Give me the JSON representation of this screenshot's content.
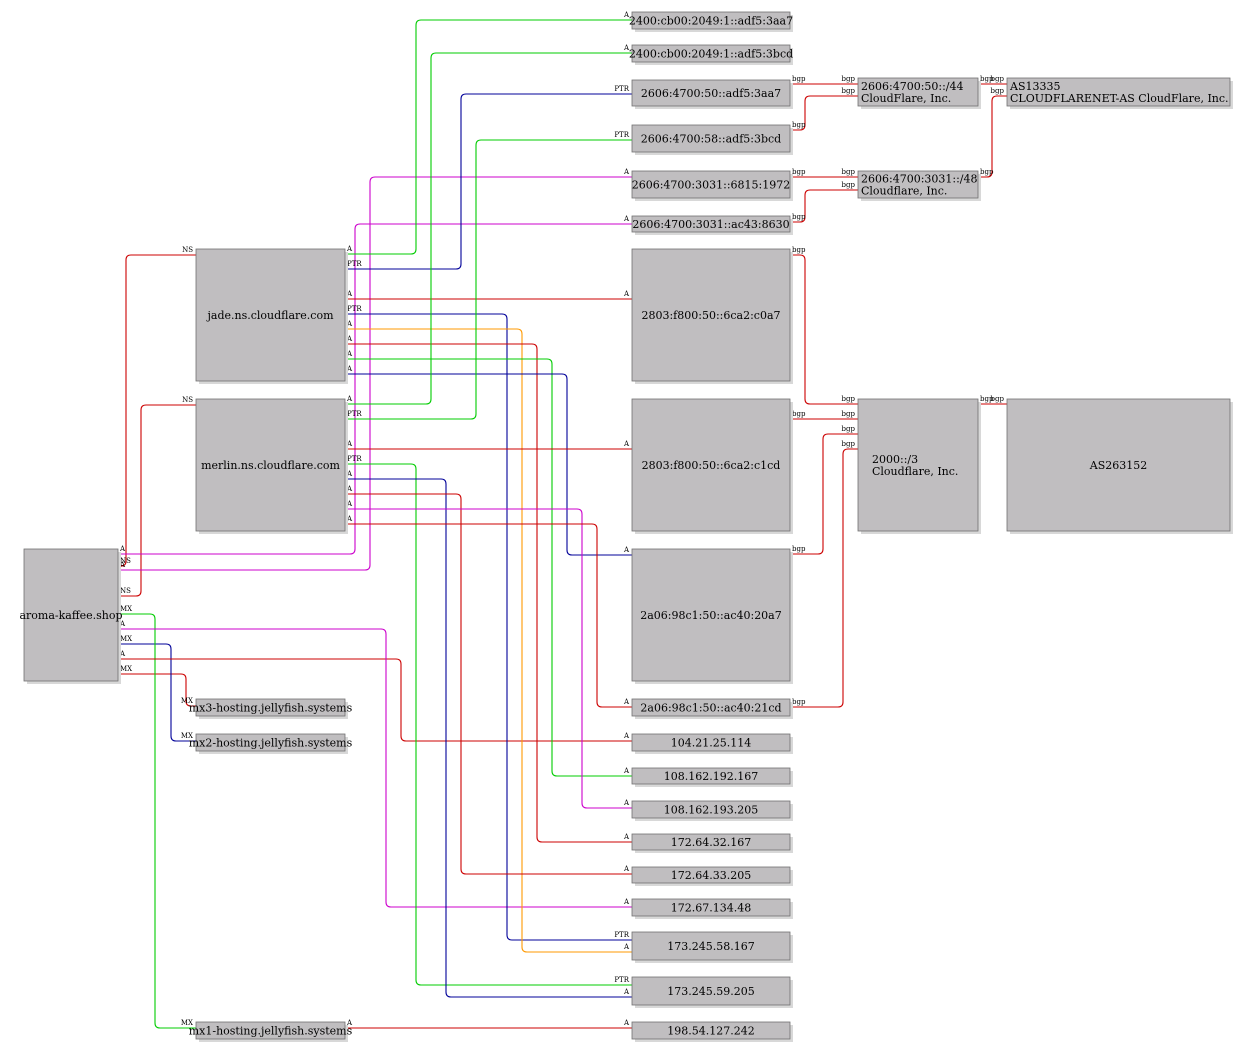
{
  "nodes": [
    {
      "id": "aroma",
      "lines": [
        "aroma-kaffee.shop"
      ],
      "align": "center",
      "name": "node-aroma-kaffee-shop"
    },
    {
      "id": "jade",
      "lines": [
        "jade.ns.cloudflare.com"
      ],
      "align": "center",
      "name": "node-jade-ns"
    },
    {
      "id": "merlin",
      "lines": [
        "merlin.ns.cloudflare.com"
      ],
      "align": "center",
      "name": "node-merlin-ns"
    },
    {
      "id": "mx3",
      "lines": [
        "mx3-hosting.jellyfish.systems"
      ],
      "align": "center",
      "name": "node-mx3-hosting"
    },
    {
      "id": "mx2",
      "lines": [
        "mx2-hosting.jellyfish.systems"
      ],
      "align": "center",
      "name": "node-mx2-hosting"
    },
    {
      "id": "mx1",
      "lines": [
        "mx1-hosting.jellyfish.systems"
      ],
      "align": "center",
      "name": "node-mx1-hosting"
    },
    {
      "id": "v6a",
      "lines": [
        "2400:cb00:2049:1::adf5:3aa7"
      ],
      "align": "center",
      "name": "node-ip-2400-3aa7"
    },
    {
      "id": "v6b",
      "lines": [
        "2400:cb00:2049:1::adf5:3bcd"
      ],
      "align": "center",
      "name": "node-ip-2400-3bcd"
    },
    {
      "id": "v6c",
      "lines": [
        "2606:4700:50::adf5:3aa7"
      ],
      "align": "center",
      "name": "node-ip-2606-50-3aa7"
    },
    {
      "id": "v6d",
      "lines": [
        "2606:4700:58::adf5:3bcd"
      ],
      "align": "center",
      "name": "node-ip-2606-58-3bcd"
    },
    {
      "id": "v6e",
      "lines": [
        "2606:4700:3031::6815:1972"
      ],
      "align": "center",
      "name": "node-ip-2606-3031-1972"
    },
    {
      "id": "v6f",
      "lines": [
        "2606:4700:3031::ac43:8630"
      ],
      "align": "center",
      "name": "node-ip-2606-3031-8630"
    },
    {
      "id": "v6g",
      "lines": [
        "2803:f800:50::6ca2:c0a7"
      ],
      "align": "center",
      "name": "node-ip-2803-c0a7"
    },
    {
      "id": "v6h",
      "lines": [
        "2803:f800:50::6ca2:c1cd"
      ],
      "align": "center",
      "name": "node-ip-2803-c1cd"
    },
    {
      "id": "v6i",
      "lines": [
        "2a06:98c1:50::ac40:20a7"
      ],
      "align": "center",
      "name": "node-ip-2a06-20a7"
    },
    {
      "id": "v6j",
      "lines": [
        "2a06:98c1:50::ac40:21cd"
      ],
      "align": "center",
      "name": "node-ip-2a06-21cd"
    },
    {
      "id": "v4a",
      "lines": [
        "104.21.25.114"
      ],
      "align": "center",
      "name": "node-ip-104-21-25-114"
    },
    {
      "id": "v4b",
      "lines": [
        "108.162.192.167"
      ],
      "align": "center",
      "name": "node-ip-108-162-192-167"
    },
    {
      "id": "v4c",
      "lines": [
        "108.162.193.205"
      ],
      "align": "center",
      "name": "node-ip-108-162-193-205"
    },
    {
      "id": "v4d",
      "lines": [
        "172.64.32.167"
      ],
      "align": "center",
      "name": "node-ip-172-64-32-167"
    },
    {
      "id": "v4e",
      "lines": [
        "172.64.33.205"
      ],
      "align": "center",
      "name": "node-ip-172-64-33-205"
    },
    {
      "id": "v4f",
      "lines": [
        "172.67.134.48"
      ],
      "align": "center",
      "name": "node-ip-172-67-134-48"
    },
    {
      "id": "v4g",
      "lines": [
        "173.245.58.167"
      ],
      "align": "center",
      "name": "node-ip-173-245-58-167"
    },
    {
      "id": "v4h",
      "lines": [
        "173.245.59.205"
      ],
      "align": "center",
      "name": "node-ip-173-245-59-205"
    },
    {
      "id": "v4i",
      "lines": [
        "198.54.127.242"
      ],
      "align": "center",
      "name": "node-ip-198-54-127-242"
    },
    {
      "id": "pfx44",
      "lines": [
        "2606:4700:50::/44",
        "CloudFlare, Inc."
      ],
      "align": "left",
      "name": "node-prefix-2606-4700-50-44"
    },
    {
      "id": "pfx48",
      "lines": [
        "2606:4700:3031::/48",
        "Cloudflare, Inc."
      ],
      "align": "left",
      "name": "node-prefix-2606-4700-3031-48"
    },
    {
      "id": "pfx3",
      "lines": [
        "2000::/3",
        "Cloudflare, Inc."
      ],
      "align": "left",
      "name": "node-prefix-2000-3"
    },
    {
      "id": "as13335",
      "lines": [
        "AS13335",
        "CLOUDFLARENET-AS CloudFlare, Inc."
      ],
      "align": "left",
      "name": "node-as13335"
    },
    {
      "id": "as263152",
      "lines": [
        "AS263152"
      ],
      "align": "center",
      "name": "node-as263152"
    }
  ],
  "edges": [
    {
      "from": "aroma",
      "to": "jade",
      "label": "NS",
      "color": "#cc0000"
    },
    {
      "from": "aroma",
      "to": "merlin",
      "label": "NS",
      "color": "#cc0000"
    },
    {
      "from": "aroma",
      "to": "v6f",
      "label": "A",
      "color": "#cc00cc"
    },
    {
      "from": "aroma",
      "to": "v6e",
      "label": "A",
      "color": "#cc00cc"
    },
    {
      "from": "aroma",
      "to": "mx3",
      "label": "MX",
      "color": "#cc0000"
    },
    {
      "from": "aroma",
      "to": "mx2",
      "label": "MX",
      "color": "#000099"
    },
    {
      "from": "aroma",
      "to": "mx1",
      "label": "MX",
      "color": "#00cc00"
    },
    {
      "from": "aroma",
      "to": "v4a",
      "label": "A",
      "color": "#cc0000"
    },
    {
      "from": "aroma",
      "to": "v4f",
      "label": "A",
      "color": "#cc00cc"
    },
    {
      "from": "jade",
      "to": "v6a",
      "label": "A",
      "color": "#00cc00"
    },
    {
      "from": "jade",
      "to": "v6c",
      "label": "PTR",
      "color": "#000099"
    },
    {
      "from": "jade",
      "to": "v6g",
      "label": "A",
      "color": "#cc0000"
    },
    {
      "from": "jade",
      "to": "v4g",
      "label": "PTR",
      "color": "#000099"
    },
    {
      "from": "jade",
      "to": "v4g",
      "label": "A",
      "color": "#ff9900"
    },
    {
      "from": "jade",
      "to": "v4d",
      "label": "A",
      "color": "#cc0000"
    },
    {
      "from": "jade",
      "to": "v4b",
      "label": "A",
      "color": "#00cc00"
    },
    {
      "from": "jade",
      "to": "v6i",
      "label": "A",
      "color": "#000099"
    },
    {
      "from": "merlin",
      "to": "v6b",
      "label": "A",
      "color": "#00cc00"
    },
    {
      "from": "merlin",
      "to": "v6d",
      "label": "PTR",
      "color": "#00cc00"
    },
    {
      "from": "merlin",
      "to": "v6h",
      "label": "A",
      "color": "#cc0000"
    },
    {
      "from": "merlin",
      "to": "v4h",
      "label": "PTR",
      "color": "#00cc00"
    },
    {
      "from": "merlin",
      "to": "v4h",
      "label": "A",
      "color": "#000099"
    },
    {
      "from": "merlin",
      "to": "v4e",
      "label": "A",
      "color": "#cc0000"
    },
    {
      "from": "merlin",
      "to": "v4c",
      "label": "A",
      "color": "#cc00cc"
    },
    {
      "from": "merlin",
      "to": "v6j",
      "label": "A",
      "color": "#cc0000"
    },
    {
      "from": "mx1",
      "to": "v4i",
      "label": "A",
      "color": "#cc0000"
    },
    {
      "from": "v6c",
      "to": "pfx44",
      "label": "bgp",
      "color": "#cc0000"
    },
    {
      "from": "v6d",
      "to": "pfx44",
      "label": "bgp",
      "color": "#cc0000"
    },
    {
      "from": "v6e",
      "to": "pfx48",
      "label": "bgp",
      "color": "#cc0000"
    },
    {
      "from": "v6f",
      "to": "pfx48",
      "label": "bgp",
      "color": "#cc0000"
    },
    {
      "from": "pfx44",
      "to": "as13335",
      "label": "bgp",
      "color": "#cc0000"
    },
    {
      "from": "pfx48",
      "to": "as13335",
      "label": "bgp",
      "color": "#cc0000"
    },
    {
      "from": "v6g",
      "to": "pfx3",
      "label": "bgp",
      "color": "#cc0000"
    },
    {
      "from": "v6h",
      "to": "pfx3",
      "label": "bgp",
      "color": "#cc0000"
    },
    {
      "from": "v6i",
      "to": "pfx3",
      "label": "bgp",
      "color": "#cc0000"
    },
    {
      "from": "v6j",
      "to": "pfx3",
      "label": "bgp",
      "color": "#cc0000"
    },
    {
      "from": "pfx3",
      "to": "as263152",
      "label": "bgp",
      "color": "#cc0000"
    }
  ]
}
